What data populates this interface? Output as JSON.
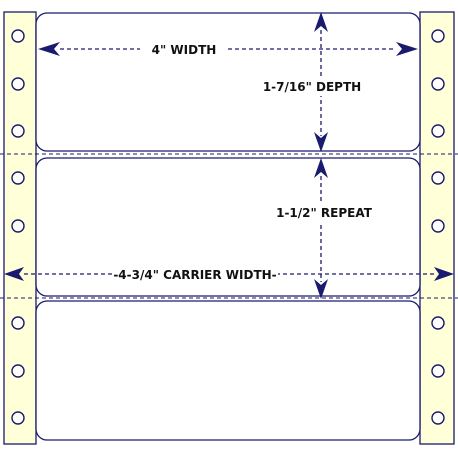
{
  "labels": {
    "width": "4\" WIDTH",
    "depth": "1-7/16\" DEPTH",
    "repeat": "1-1/2\" REPEAT",
    "carrier_width": "-4-3/4\" CARRIER WIDTH-"
  },
  "colors": {
    "strip_fill": "#ffffd8",
    "outline": "#1a1a6e",
    "arrow": "#1a1a6e",
    "text": "#111111",
    "background": "#ffffff"
  }
}
